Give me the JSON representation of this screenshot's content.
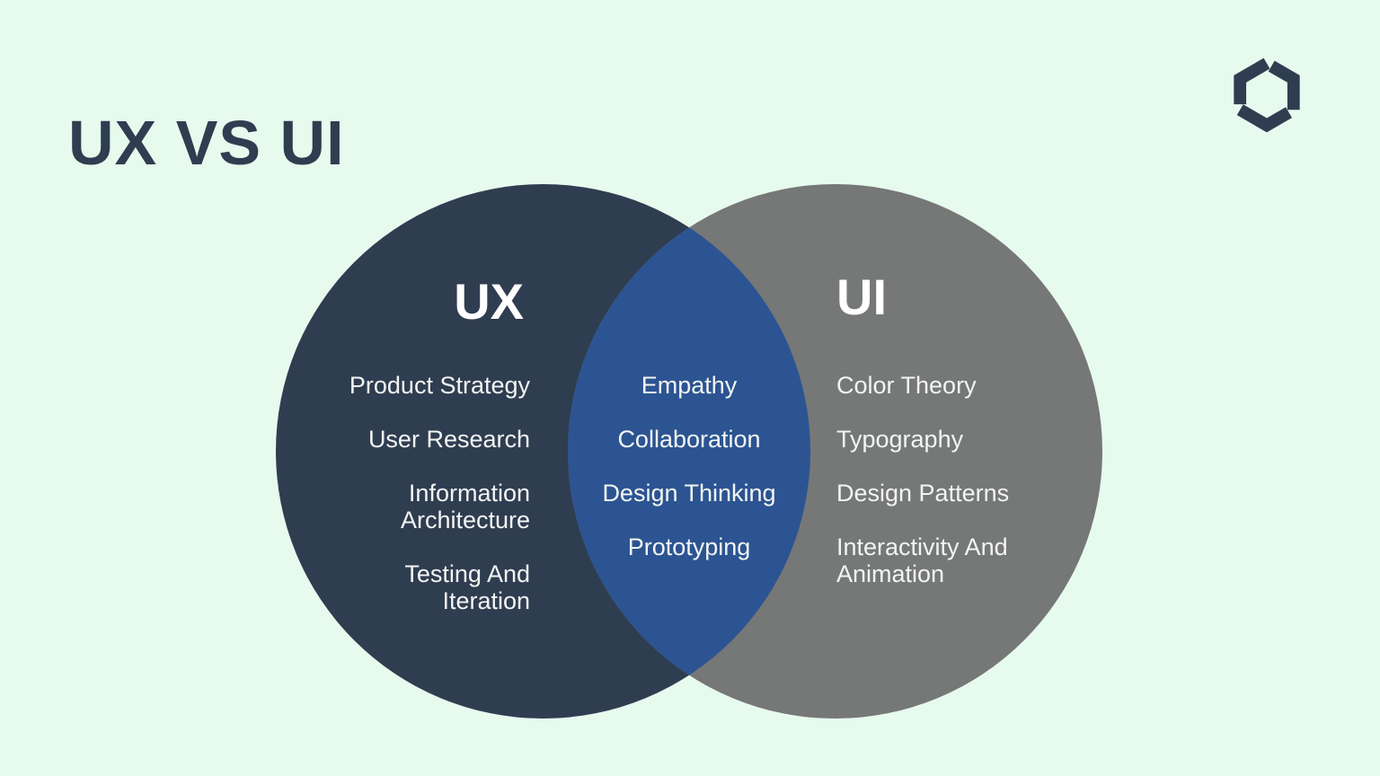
{
  "colors": {
    "background": "#e7faee",
    "title": "#2f3d50",
    "navy_circle": "#2f3d50",
    "overlap_blue": "#2c5492",
    "gray_circle": "#767777",
    "item_text": "#f3f5f4",
    "heading_text": "#ffffff",
    "logo": "#2f3d50"
  },
  "header": {
    "title": "UX VS UI"
  },
  "logo": {
    "icon": "hexagon-knot-logo"
  },
  "venn": {
    "left": {
      "heading": "UX",
      "items": [
        "Product Strategy",
        "User Research",
        "Information\nArchitecture",
        "Testing And\nIteration"
      ]
    },
    "overlap": {
      "items": [
        "Empathy",
        "Collaboration",
        "Design Thinking",
        "Prototyping"
      ]
    },
    "right": {
      "heading": "UI",
      "items": [
        "Color Theory",
        "Typography",
        "Design Patterns",
        "Interactivity And\nAnimation"
      ]
    }
  }
}
